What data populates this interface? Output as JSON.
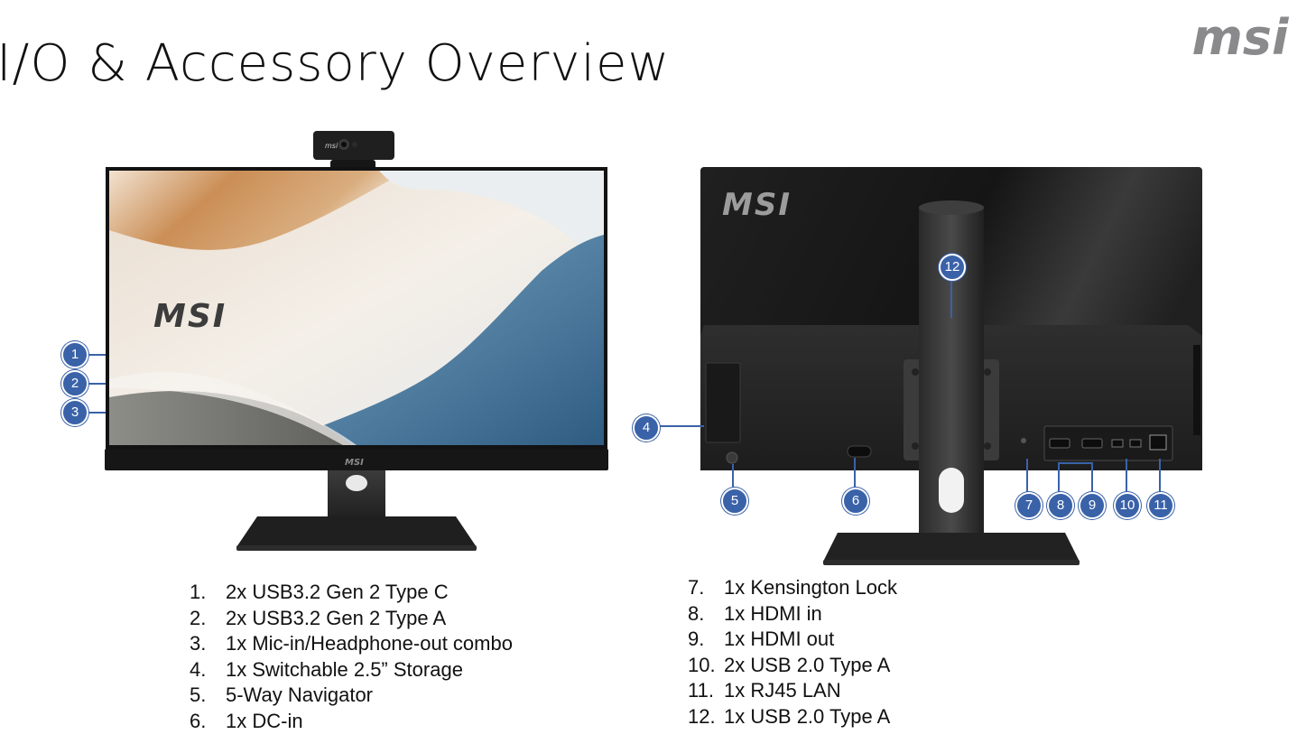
{
  "title": "I/O & Accessory Overview",
  "brand_logo_text": "msi",
  "screen_logo_text": "MSI",
  "callouts": [
    "1",
    "2",
    "3",
    "4",
    "5",
    "6",
    "7",
    "8",
    "9",
    "10",
    "11",
    "12"
  ],
  "ports_left": [
    {
      "num": "1.",
      "text": "2x USB3.2 Gen 2 Type C"
    },
    {
      "num": "2.",
      "text": "2x USB3.2 Gen 2 Type A"
    },
    {
      "num": "3.",
      "text": "1x Mic-in/Headphone-out combo"
    },
    {
      "num": "4.",
      "text": "1x Switchable 2.5” Storage"
    },
    {
      "num": "5.",
      "text": "5-Way Navigator"
    },
    {
      "num": "6.",
      "text": "1x DC-in"
    }
  ],
  "ports_right": [
    {
      "num": "7.",
      "text": "1x Kensington Lock"
    },
    {
      "num": "8.",
      "text": "1x HDMI in"
    },
    {
      "num": "9.",
      "text": "1x HDMI out"
    },
    {
      "num": "10.",
      "text": "2x USB 2.0 Type A"
    },
    {
      "num": "11.",
      "text": "1x RJ45 LAN"
    },
    {
      "num": "12.",
      "text": "1x USB 2.0 Type A"
    }
  ],
  "colors": {
    "callout_fill": "#3a62a8",
    "bezel": "#1a1a1a",
    "chassis": "#2a2a2a",
    "wave_orange": "#c98a4f",
    "wave_blue": "#3f6f94",
    "wave_grey": "#7b7b78"
  }
}
